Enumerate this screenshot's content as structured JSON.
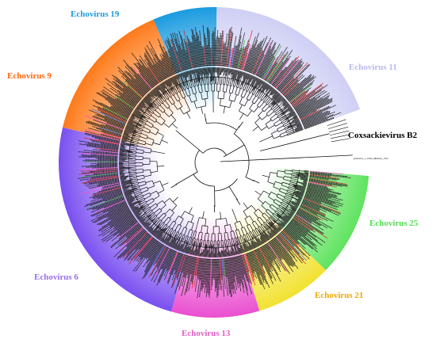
{
  "clades": [
    {
      "id": "e19",
      "name": "Echovirus 19",
      "color": "#1a9be0",
      "label_color": "#1a9be0"
    },
    {
      "id": "e11",
      "name": "Echovirus 11",
      "color": "#cfcff5",
      "label_color": "#b9b9ef"
    },
    {
      "id": "cb2",
      "name": "Coxsackievirus B2",
      "color": "#ffffff",
      "label_color": "#000000"
    },
    {
      "id": "e25",
      "name": "Echovirus 25",
      "color": "#5fe35f",
      "label_color": "#55dd55"
    },
    {
      "id": "e21",
      "name": "Echovirus 21",
      "color": "#f2e232",
      "label_color": "#f0a800"
    },
    {
      "id": "e13",
      "name": "Echovirus 13",
      "color": "#ea4fd0",
      "label_color": "#e060c8"
    },
    {
      "id": "e6",
      "name": "Echovirus 6",
      "color": "#7a4ff0",
      "label_color": "#9a70ee"
    },
    {
      "id": "e9",
      "name": "Echovirus 9",
      "color": "#ff7a1a",
      "label_color": "#ff6a10"
    }
  ],
  "outgroup": {
    "label": "poliovirus_1_strain_Mahoney_1941"
  },
  "colors": {
    "branch": "#111111",
    "highlight_red": "#e01818",
    "highlight_pink": "#ff40c0",
    "highlight_green": "#22aa22",
    "highlight_blue": "#2a6bff"
  }
}
